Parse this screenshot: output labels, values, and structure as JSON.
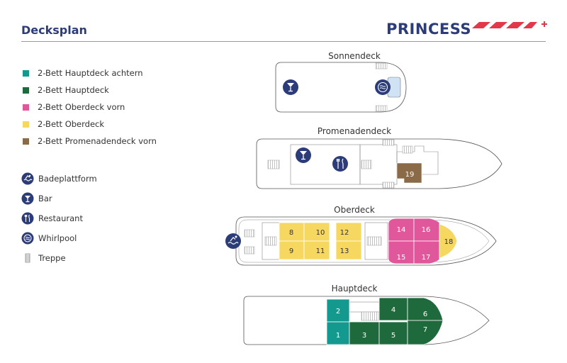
{
  "header": {
    "title": "Decksplan",
    "brand": "PRINCESS",
    "brand_color": "#2c3c78",
    "accent_color": "#e3384a"
  },
  "legend": {
    "categories": [
      {
        "label": "2-Bett Hauptdeck achtern",
        "color": "#13998e"
      },
      {
        "label": "2-Bett Hauptdeck",
        "color": "#1f6a3d"
      },
      {
        "label": "2-Bett Oberdeck vorn",
        "color": "#e0579b"
      },
      {
        "label": "2-Bett Oberdeck",
        "color": "#f6d860"
      },
      {
        "label": "2-Bett Promenadendeck vorn",
        "color": "#8a6a47"
      }
    ],
    "icons": [
      {
        "label": "Badeplattform",
        "icon": "swim-icon"
      },
      {
        "label": "Bar",
        "icon": "cocktail-icon"
      },
      {
        "label": "Restaurant",
        "icon": "cutlery-icon"
      },
      {
        "label": "Whirlpool",
        "icon": "whirlpool-icon"
      },
      {
        "label": "Treppe",
        "icon": "stairs-icon"
      }
    ]
  },
  "decks": {
    "sonnendeck": {
      "label": "Sonnendeck"
    },
    "promenadendeck": {
      "label": "Promenadendeck",
      "cabins": [
        {
          "number": "19",
          "category": "2-Bett Promenadendeck vorn"
        }
      ]
    },
    "oberdeck": {
      "label": "Oberdeck",
      "cabins": [
        {
          "number": "8",
          "category": "2-Bett Oberdeck"
        },
        {
          "number": "9",
          "category": "2-Bett Oberdeck"
        },
        {
          "number": "10",
          "category": "2-Bett Oberdeck"
        },
        {
          "number": "11",
          "category": "2-Bett Oberdeck"
        },
        {
          "number": "12",
          "category": "2-Bett Oberdeck"
        },
        {
          "number": "13",
          "category": "2-Bett Oberdeck"
        },
        {
          "number": "14",
          "category": "2-Bett Oberdeck vorn"
        },
        {
          "number": "15",
          "category": "2-Bett Oberdeck vorn"
        },
        {
          "number": "16",
          "category": "2-Bett Oberdeck vorn"
        },
        {
          "number": "17",
          "category": "2-Bett Oberdeck vorn"
        },
        {
          "number": "18",
          "category": "2-Bett Oberdeck"
        }
      ]
    },
    "hauptdeck": {
      "label": "Hauptdeck",
      "cabins": [
        {
          "number": "1",
          "category": "2-Bett Hauptdeck achtern"
        },
        {
          "number": "2",
          "category": "2-Bett Hauptdeck achtern"
        },
        {
          "number": "3",
          "category": "2-Bett Hauptdeck"
        },
        {
          "number": "4",
          "category": "2-Bett Hauptdeck"
        },
        {
          "number": "5",
          "category": "2-Bett Hauptdeck"
        },
        {
          "number": "6",
          "category": "2-Bett Hauptdeck"
        },
        {
          "number": "7",
          "category": "2-Bett Hauptdeck"
        }
      ]
    }
  }
}
